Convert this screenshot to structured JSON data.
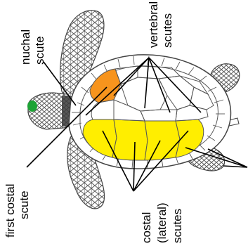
{
  "labels": {
    "nuchal": [
      "nuchal",
      "scute"
    ],
    "vertebral": [
      "vertebral",
      "scutes"
    ],
    "first_costal": [
      "first costal",
      "scute"
    ],
    "costal": [
      "costal",
      "(lateral)",
      "scutes"
    ]
  },
  "colors": {
    "background": "#ffffff",
    "outline": "#555555",
    "shell_fill": "#ffffff",
    "first_costal_fill": "#f7941d",
    "costal_fill": "#ffee00",
    "head_patch": "#1ea336",
    "head_dark": "#3a3a3a",
    "leader_line": "#000000",
    "label_text": "#000000"
  }
}
